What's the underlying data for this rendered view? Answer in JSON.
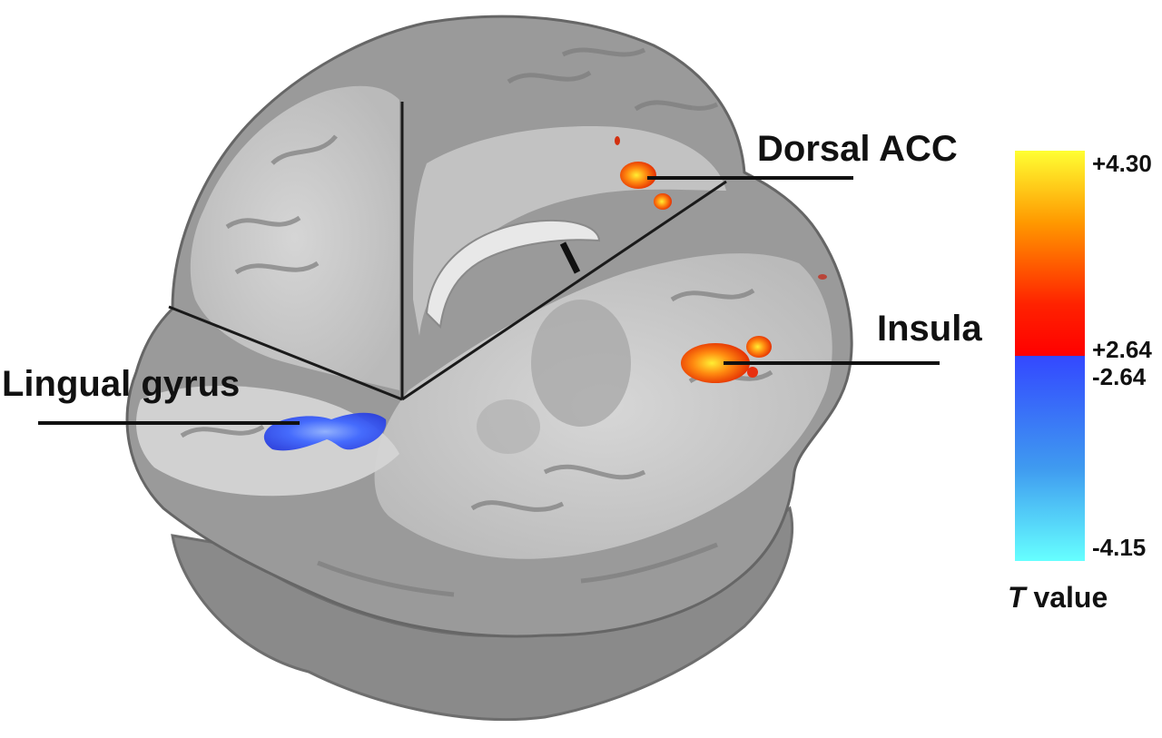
{
  "labels": {
    "dorsal_acc": "Dorsal ACC",
    "insula": "Insula",
    "lingual_gyrus": "Lingual gyrus"
  },
  "colorbar": {
    "ticks": {
      "max_positive": "+4.30",
      "min_positive": "+2.64",
      "max_negative": "-2.64",
      "min_negative": "-4.15"
    },
    "title_italic": "T",
    "title_rest": " value",
    "colors": {
      "yellow": "#ffff33",
      "orange": "#ff9900",
      "red": "#ff1a00",
      "blue": "#3355ff",
      "cyan": "#66ffff"
    }
  },
  "activations": {
    "positive_color": "#ff7a10",
    "negative_color": "#3c64ff"
  }
}
